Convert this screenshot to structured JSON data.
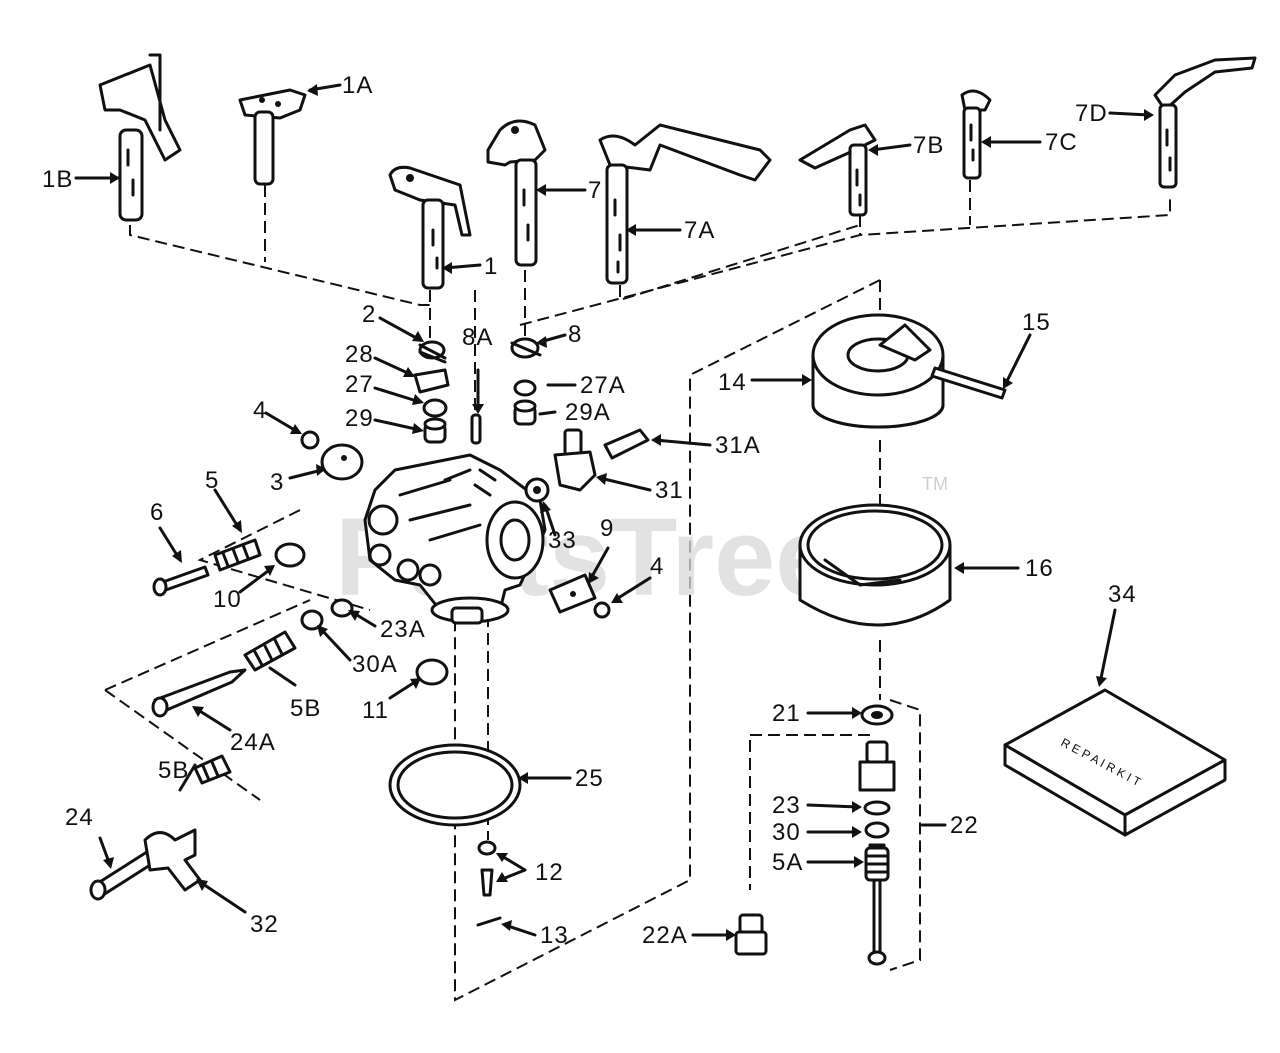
{
  "watermark": {
    "text": "PartsTree",
    "trademark": "TM"
  },
  "part_labels": [
    "1B",
    "1A",
    "1",
    "2",
    "28",
    "27",
    "29",
    "4",
    "3",
    "5",
    "6",
    "10",
    "7",
    "7A",
    "8A",
    "8",
    "27A",
    "29A",
    "31A",
    "31",
    "33",
    "9",
    "4",
    "7B",
    "7C",
    "7D",
    "15",
    "14",
    "16",
    "23A",
    "30A",
    "11",
    "5B",
    "24A",
    "24",
    "5B",
    "32",
    "25",
    "12",
    "13",
    "21",
    "22A",
    "23",
    "30",
    "5A",
    "22",
    "34"
  ],
  "parts_box": {
    "label_text": "R E P A I R  K I T"
  }
}
